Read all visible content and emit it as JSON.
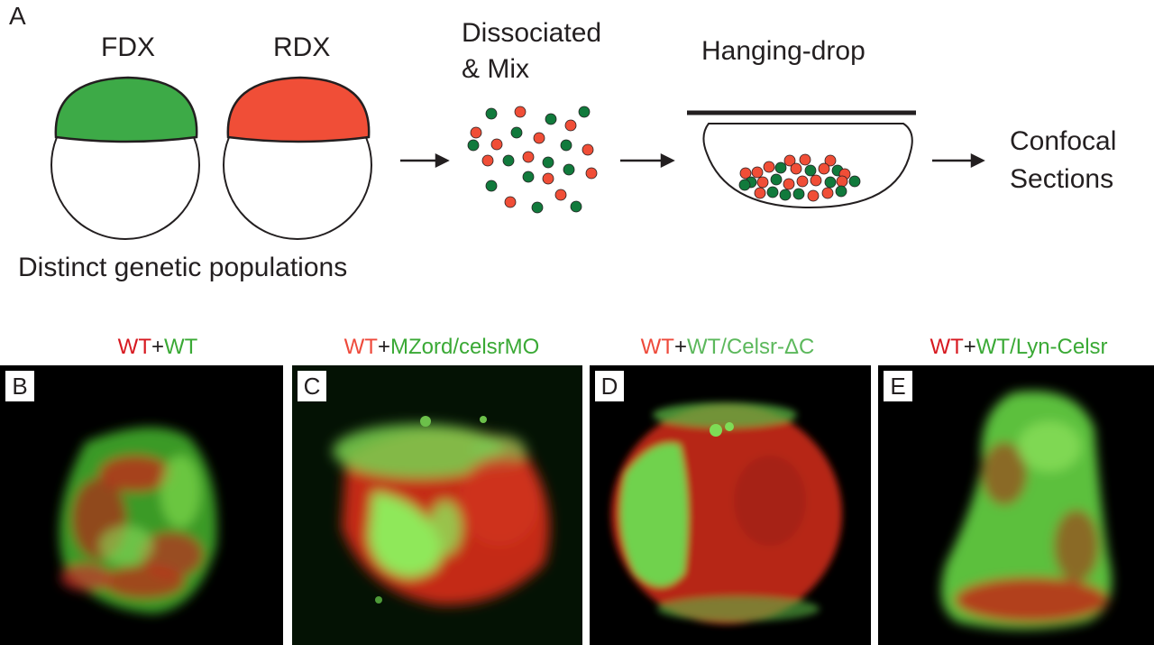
{
  "panel_a": {
    "letter": "A",
    "fdx_label": "FDX",
    "rdx_label": "RDX",
    "populations_caption": "Distinct genetic populations",
    "dissociate_label_line1": "Dissociated",
    "dissociate_label_line2": "& Mix",
    "hanging_drop_label": "Hanging-drop",
    "confocal_label_line1": "Confocal",
    "confocal_label_line2": "Sections",
    "colors": {
      "green": "#3daa47",
      "red": "#f04e37",
      "dark_green": "#117a3c"
    }
  },
  "conditions": [
    {
      "letter": "B",
      "left": "WT",
      "plus": "+",
      "right": "WT"
    },
    {
      "letter": "C",
      "left": "WT",
      "plus": "+",
      "right": "MZord/celsrMO"
    },
    {
      "letter": "D",
      "left": "WT",
      "plus": "+",
      "right": "WT/Celsr-ΔC"
    },
    {
      "letter": "E",
      "left": "WT",
      "plus": "+",
      "right": "WT/Lyn-Celsr"
    }
  ]
}
